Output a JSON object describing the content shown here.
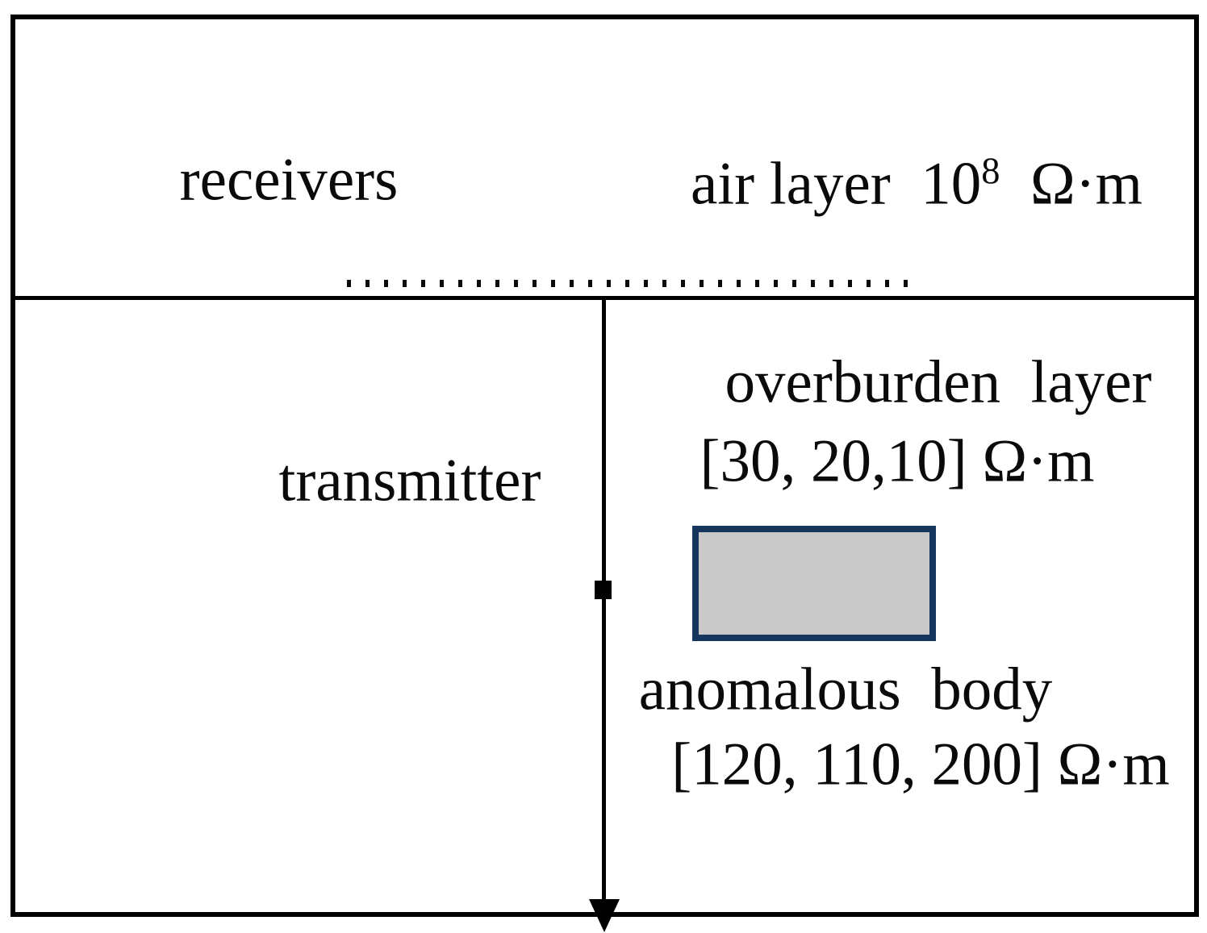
{
  "figure": {
    "labels": {
      "receivers": "receivers",
      "transmitter": "transmitter",
      "air_layer_prefix": "air layer  10",
      "air_layer_exponent": "8",
      "air_layer_suffix": "  Ω·m",
      "overburden_line1": "overburden  layer",
      "overburden_line2": "[30, 20,10] Ω·m",
      "anomalous_line1": "anomalous  body",
      "anomalous_line2": "[120, 110, 200] Ω·m"
    },
    "values": {
      "air_layer_resistivity_ohm_m": "10^8",
      "overburden_resistivities_ohm_m": [
        30,
        20,
        10
      ],
      "anomalous_body_resistivities_ohm_m": [
        120,
        110,
        200
      ]
    },
    "colors": {
      "line": "#000000",
      "text": "#0a0a0a",
      "anomalous_body_fill": "#c9c9c9",
      "anomalous_body_border": "#16365d",
      "background": "#ffffff"
    }
  }
}
